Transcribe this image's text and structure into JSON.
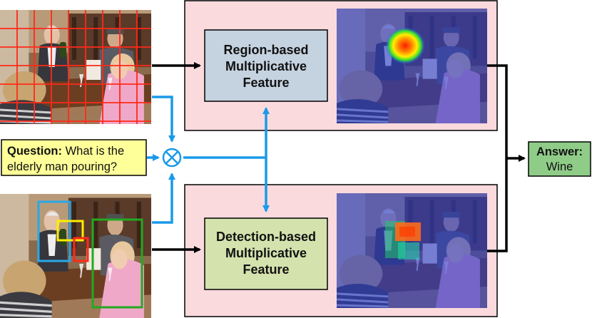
{
  "question": {
    "label": "Question:",
    "line1_rest": " What is the",
    "line2": "elderly man pouring?"
  },
  "region_module": {
    "line1": "Region-based",
    "line2": "Multiplicative",
    "line3": "Feature"
  },
  "detection_module": {
    "line1": "Detection-based",
    "line2": "Multiplicative",
    "line3": "Feature"
  },
  "answer": {
    "label": "Answer:",
    "value": "Wine"
  },
  "fusion_symbol": "⊗",
  "colors": {
    "panel_bg": "#fadadd",
    "region_box": "#c5d2e0",
    "detection_box": "#d4e2ad",
    "question_box": "#ffff99",
    "answer_box": "#8fcc88",
    "blue_arrow": "#1a9ae8",
    "grid_red": "#ff2a1a",
    "det_blue": "#29a8e8",
    "det_yellow": "#ffee00",
    "det_red": "#ff2a1a",
    "det_green": "#22aa22"
  },
  "icons": {
    "fusion": "multiply-circle-icon",
    "photo": "wine-tasting-photo"
  }
}
